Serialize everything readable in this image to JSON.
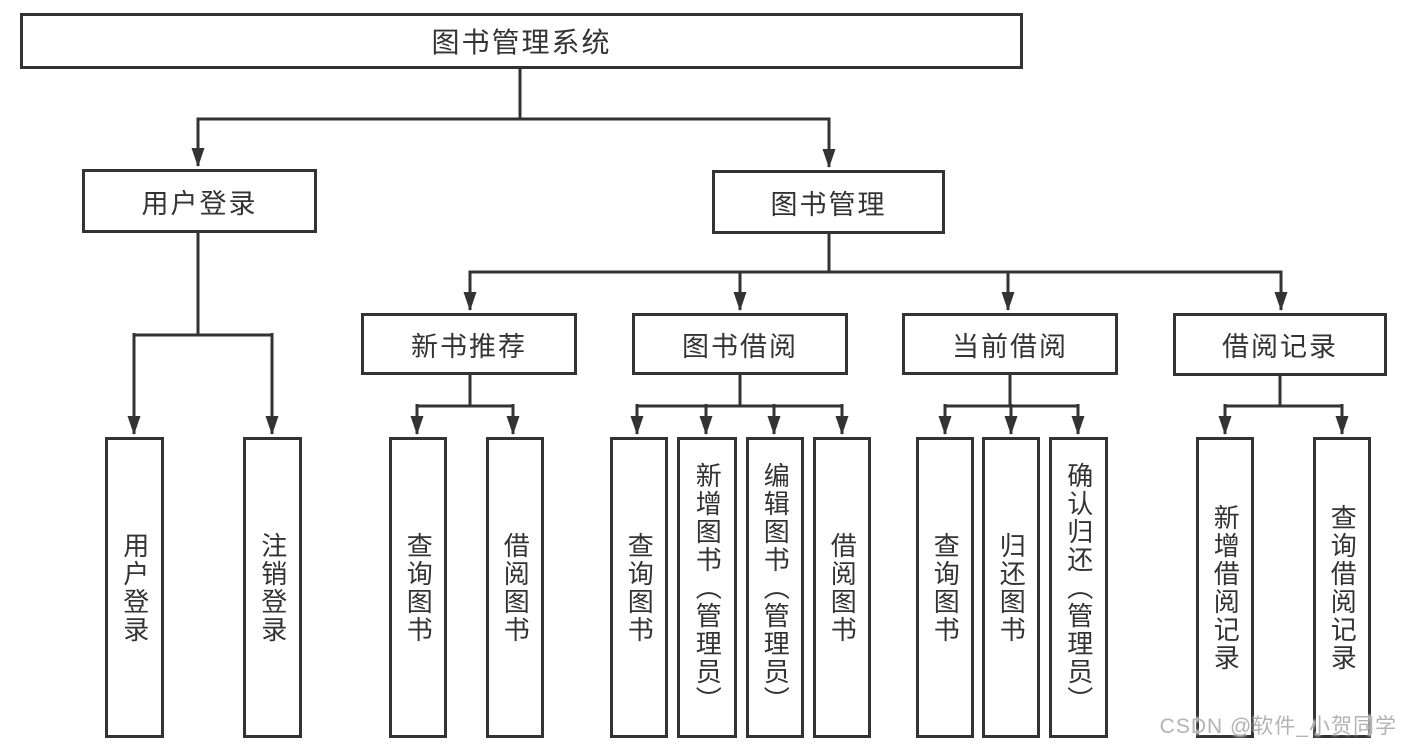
{
  "colors": {
    "line": "#333333",
    "text": "#333333",
    "background": "#ffffff",
    "watermark": "#b3b3b3"
  },
  "watermark": {
    "text": "CSDN @软件_小贺同学"
  },
  "tree": {
    "root": {
      "label": "图书管理系统"
    },
    "branches": [
      {
        "label": "用户登录",
        "children": [
          {
            "label": "用户登录"
          },
          {
            "label": "注销登录"
          }
        ]
      },
      {
        "label": "图书管理",
        "children": [
          {
            "label": "新书推荐",
            "children": [
              {
                "label": "查询图书"
              },
              {
                "label": "借阅图书"
              }
            ]
          },
          {
            "label": "图书借阅",
            "children": [
              {
                "label": "查询图书"
              },
              {
                "label": "新增图书（管理员）"
              },
              {
                "label": "编辑图书（管理员）"
              },
              {
                "label": "借阅图书"
              }
            ]
          },
          {
            "label": "当前借阅",
            "children": [
              {
                "label": "查询图书"
              },
              {
                "label": "归还图书"
              },
              {
                "label": "确认归还（管理员）"
              }
            ]
          },
          {
            "label": "借阅记录",
            "children": [
              {
                "label": "新增借阅记录"
              },
              {
                "label": "查询借阅记录"
              }
            ]
          }
        ]
      }
    ]
  }
}
